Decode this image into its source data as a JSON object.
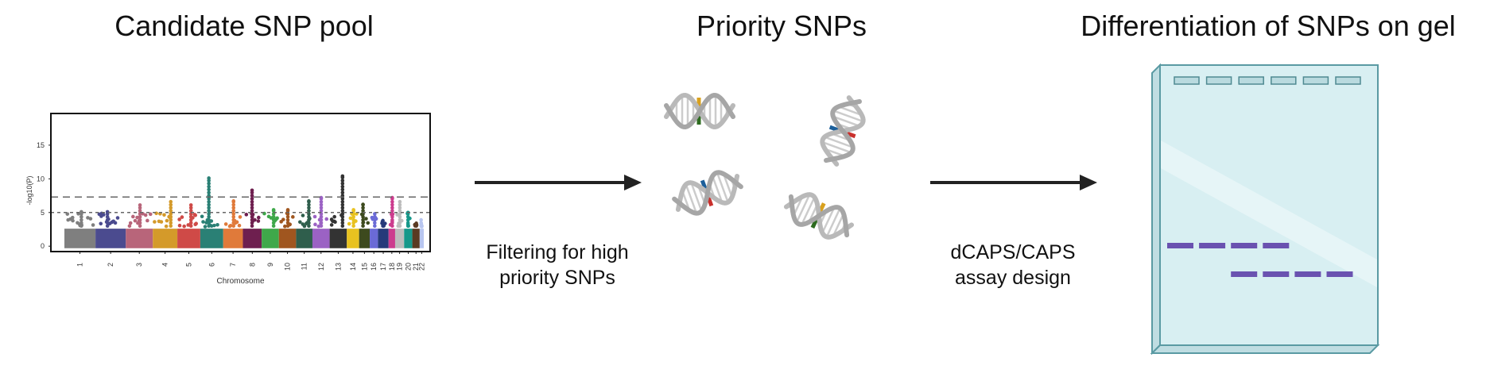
{
  "titles": {
    "pool": "Candidate SNP pool",
    "priority": "Priority SNPs",
    "gel": "Differentiation of SNPs on gel"
  },
  "steps": [
    {
      "line1": "Filtering for high",
      "line2": "priority SNPs"
    },
    {
      "line1": "dCAPS/CAPS",
      "line2": "assay design"
    }
  ],
  "chart_data": {
    "type": "scatter",
    "subtype": "manhattan",
    "xlabel": "Chromosome",
    "ylabel": "-log10(P)",
    "ylim": [
      -0.8,
      19.7
    ],
    "yticks": [
      0,
      5,
      10,
      15
    ],
    "thresholds": [
      7.3,
      5
    ],
    "categories": [
      "1",
      "2",
      "3",
      "4",
      "5",
      "6",
      "7",
      "8",
      "9",
      "10",
      "11",
      "12",
      "13",
      "14",
      "15",
      "16",
      "17",
      "18",
      "19",
      "20",
      "21",
      "22"
    ],
    "relative_widths": [
      38,
      37,
      33,
      30,
      28,
      28,
      24,
      23,
      21,
      21,
      20,
      21,
      21,
      15,
      13,
      10,
      13,
      8,
      11,
      10,
      9,
      5
    ],
    "peak_values": [
      5.1,
      5.1,
      6.1,
      6.6,
      6.1,
      10.1,
      6.7,
      8.3,
      5.4,
      5.4,
      6.7,
      7.2,
      10.4,
      5.4,
      6.2,
      4.8,
      3.8,
      7.2,
      6.6,
      5.0,
      3.4,
      3.9
    ],
    "colors": [
      "#7f7f7f",
      "#4b4b8f",
      "#b8657a",
      "#d49a2a",
      "#cf4a47",
      "#2a8075",
      "#e07a3a",
      "#6e1f4f",
      "#3fa84a",
      "#a0561f",
      "#2f5e4c",
      "#9b62c4",
      "#333333",
      "#e8c220",
      "#3d4a1e",
      "#6a6ad6",
      "#263a7a",
      "#cc3d8e",
      "#bdbdbd",
      "#16988a",
      "#5a3a22",
      "#b8c6f0"
    ]
  },
  "gel": {
    "wells": 6,
    "band_row1_lanes": [
      1,
      2,
      3,
      4
    ],
    "band_row2_lanes": [
      3,
      4,
      5,
      6
    ],
    "band_color": "#6a52b0",
    "gel_color": "#d8eff2"
  }
}
